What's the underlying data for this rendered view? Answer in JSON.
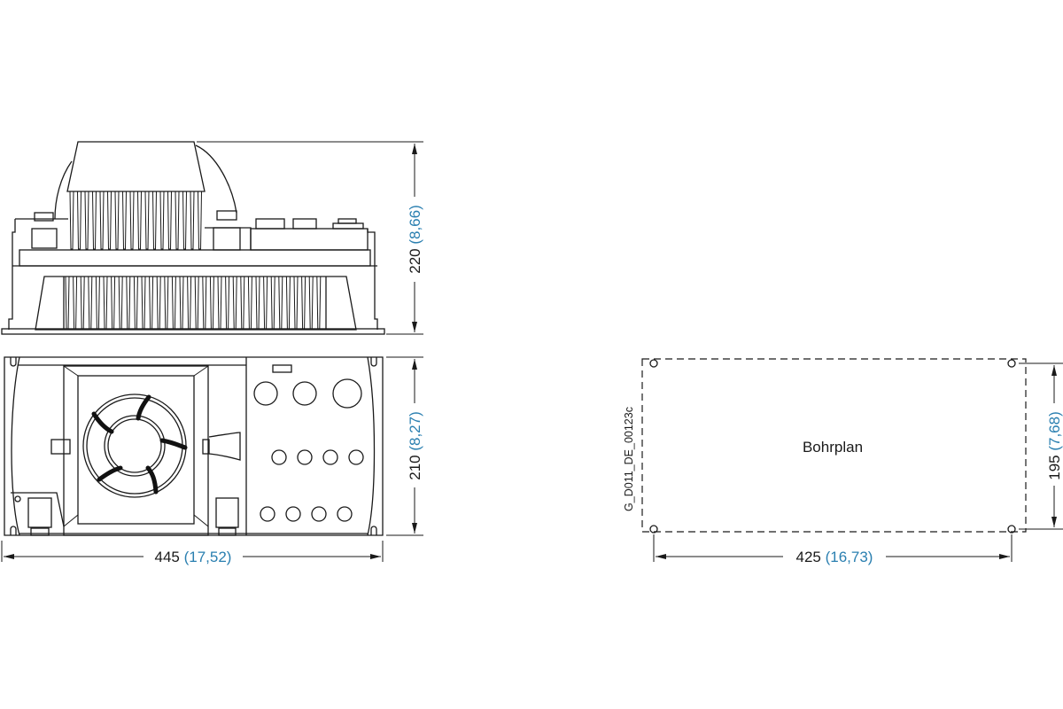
{
  "colors": {
    "line": "#1a1a1a",
    "inch_value": "#2a7fb0"
  },
  "side_view": {
    "height_mm": "220",
    "height_in": "(8,66)"
  },
  "front_view": {
    "height_mm": "210",
    "height_in": "(8,27)",
    "width_mm": "445",
    "width_in": "(17,52)"
  },
  "drilling_plan": {
    "label": "Bohrplan",
    "height_mm": "195",
    "height_in": "(7,68)",
    "width_mm": "425",
    "width_in": "(16,73)"
  },
  "drawing_id": "G_D011_DE_00123c"
}
